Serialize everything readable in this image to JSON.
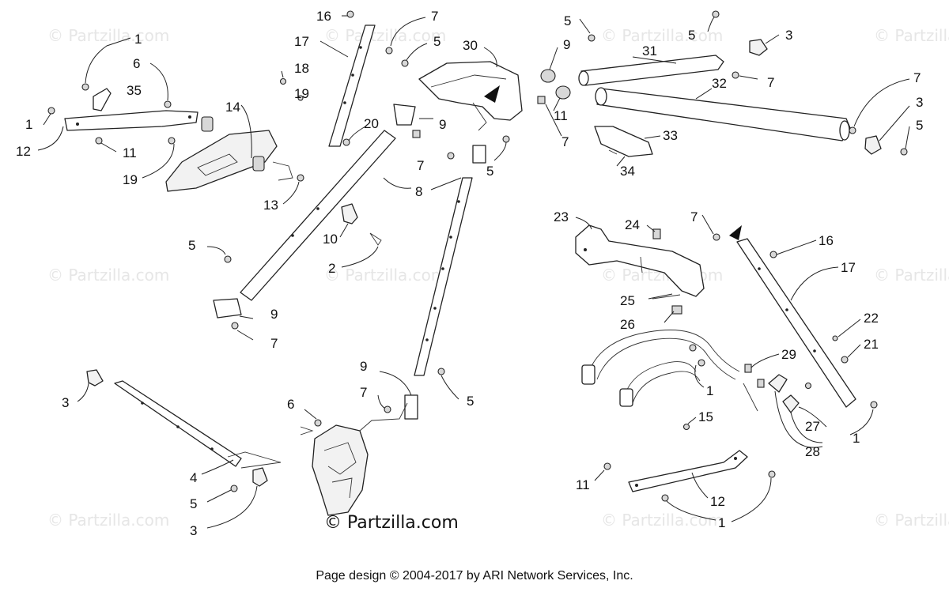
{
  "watermarks": {
    "faint": "© Partzilla.com",
    "main": "© Partzilla.com"
  },
  "footer": {
    "text": "Page design © 2004-2017 by ARI Network Services, Inc."
  },
  "callouts": {
    "c1a": "1",
    "c6a": "6",
    "c35": "35",
    "c1b": "1",
    "c12a": "12",
    "c11a": "11",
    "c19a": "19",
    "c14": "14",
    "c13": "13",
    "c16a": "16",
    "c17a": "17",
    "c18": "18",
    "c19b": "19",
    "c20": "20",
    "c7a": "7",
    "c5a": "5",
    "c30": "30",
    "c9a": "9",
    "c7b": "7",
    "c5b": "5",
    "c8": "8",
    "c10": "10",
    "c2": "2",
    "c5c": "5",
    "c9b": "9",
    "c7c": "7",
    "c5d": "5",
    "c5e": "5",
    "c3a": "3",
    "c31": "31",
    "c9c": "9",
    "c7d": "7",
    "c32": "32",
    "c11b": "11",
    "c7e": "7",
    "c33": "33",
    "c34": "34",
    "c7f": "7",
    "c3b": "3",
    "c5f": "5",
    "c23": "23",
    "c24": "24",
    "c7g": "7",
    "c16b": "16",
    "c17b": "17",
    "c25": "25",
    "c26": "26",
    "c22": "22",
    "c21": "21",
    "c29": "29",
    "c1c": "1",
    "c27": "27",
    "c1d": "1",
    "c28": "28",
    "c15": "15",
    "c11c": "11",
    "c12b": "12",
    "c1e": "1",
    "c3c": "3",
    "c4": "4",
    "c5g": "5",
    "c3d": "3",
    "c6b": "6",
    "c9d": "9",
    "c7h": "7",
    "c5h": "5"
  }
}
